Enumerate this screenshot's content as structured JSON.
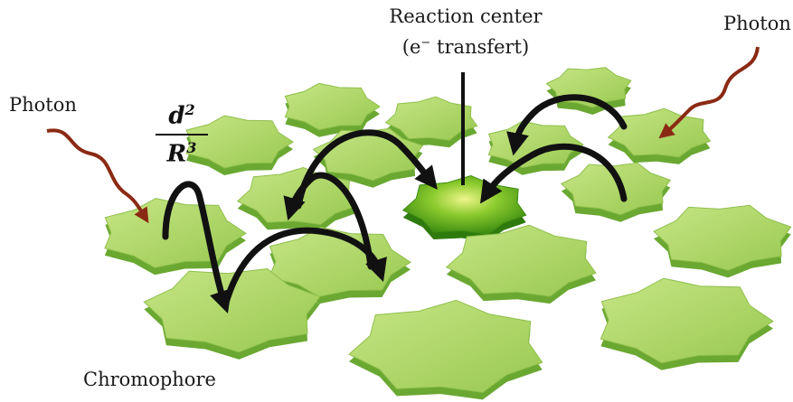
{
  "labels": {
    "reaction_center_title": "Reaction center",
    "reaction_center_sub_prefix": "(e",
    "reaction_center_sub_sup": "−",
    "reaction_center_sub_suffix": " transfert)",
    "photon_left": "Photon",
    "photon_right": "Photon",
    "chromophore": "Chromophore"
  },
  "formula": {
    "numerator_base": "d",
    "numerator_exp": "2",
    "denominator_base": "R",
    "denominator_exp": "3"
  },
  "colors": {
    "chromophore_top": "#b2d86a",
    "chromophore_edge": "#6aa832",
    "reaction_center_glow": "#e2f07a",
    "reaction_center_fill": "#4fa317",
    "photon_arrow": "#8b2a14",
    "transfer_arrow": "#111111"
  },
  "icons": {
    "chromophore": "chromophore-disc-icon",
    "photon": "photon-wavy-arrow-icon",
    "transfer": "energy-transfer-arc-icon",
    "reaction_center": "reaction-center-icon"
  }
}
